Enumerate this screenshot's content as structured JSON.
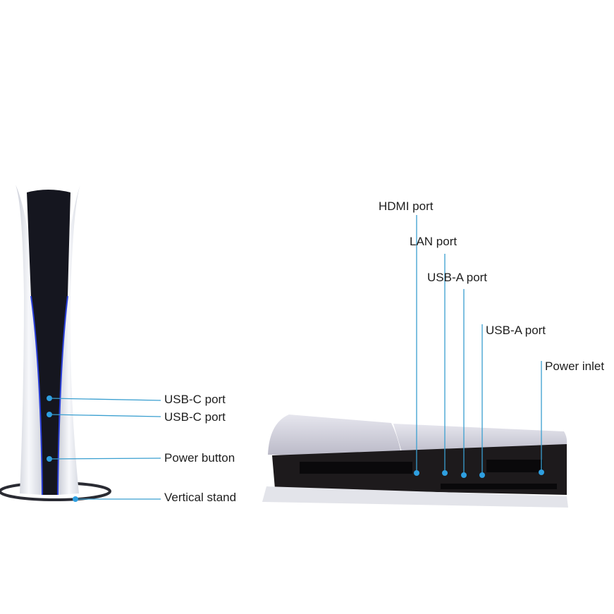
{
  "colors": {
    "leader": "#3a9fd0",
    "dot": "#2e9fe0",
    "console_white": "#eceef2",
    "console_black": "#15161f",
    "accent_blue": "#2a3fd8"
  },
  "vertical_labels": [
    "USB-C port",
    "USB-C port",
    "Power button",
    "Vertical stand"
  ],
  "horizontal_labels": [
    "HDMI port",
    "LAN port",
    "USB-A port",
    "USB-A port",
    "Power inlet"
  ]
}
